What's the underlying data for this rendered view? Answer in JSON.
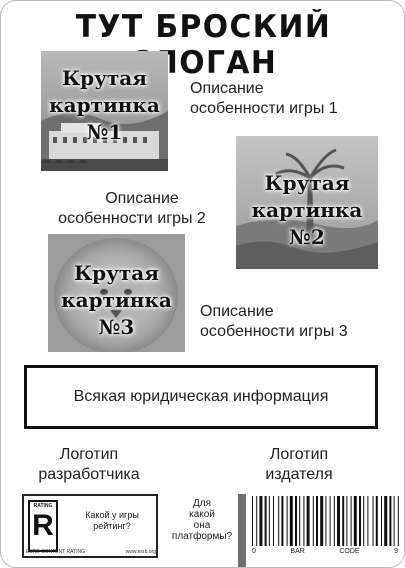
{
  "slogan": "ТУТ БРОСКИЙ СЛОГАН",
  "pictures": [
    {
      "line1": "Крутая",
      "line2": "картинка",
      "line3": "№1"
    },
    {
      "line1": "Крутая",
      "line2": "картинка",
      "line3": "№2"
    },
    {
      "line1": "Крутая",
      "line2": "картинка",
      "line3": "№3"
    }
  ],
  "descriptions": [
    {
      "line1": "Описание",
      "line2": "особенности игры 1"
    },
    {
      "line1": "Описание",
      "line2": "особенности игры 2"
    },
    {
      "line1": "Описание",
      "line2": "особенности игры 3"
    }
  ],
  "legal": "Всякая юридическая информация",
  "developer_logo": {
    "line1": "Логотип",
    "line2": "разработчика"
  },
  "publisher_logo": {
    "line1": "Логотип",
    "line2": "издателя"
  },
  "rating": {
    "header": "RATING",
    "letter": "R",
    "question_line1": "Какой у игры",
    "question_line2": "рейтинг?",
    "footer_left": "ESRB CONTENT RATING",
    "footer_right": "www.esrb.org"
  },
  "platform": {
    "line1": "Для",
    "line2": "какой",
    "line3": "она платформы?"
  },
  "barcode_labels": [
    "0",
    "BAR",
    "CODE",
    "9"
  ]
}
